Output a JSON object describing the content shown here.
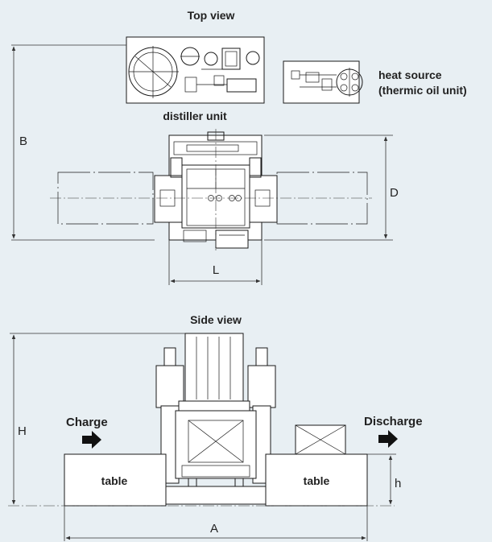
{
  "views": {
    "top_title": "Top view",
    "side_title": "Side view"
  },
  "top": {
    "distiller_label": "distiller unit",
    "heat_source_label_1": "heat source",
    "heat_source_label_2": "(thermic oil unit)"
  },
  "side": {
    "charge_label": "Charge",
    "discharge_label": "Discharge",
    "table_left_label": "table",
    "table_right_label": "table"
  },
  "dimensions": {
    "B": "B",
    "D": "D",
    "L": "L",
    "H": "H",
    "h": "h",
    "A": "A"
  },
  "colors": {
    "background": "#e8eff3",
    "line": "#1a1a1a",
    "fill": "#ffffff"
  }
}
